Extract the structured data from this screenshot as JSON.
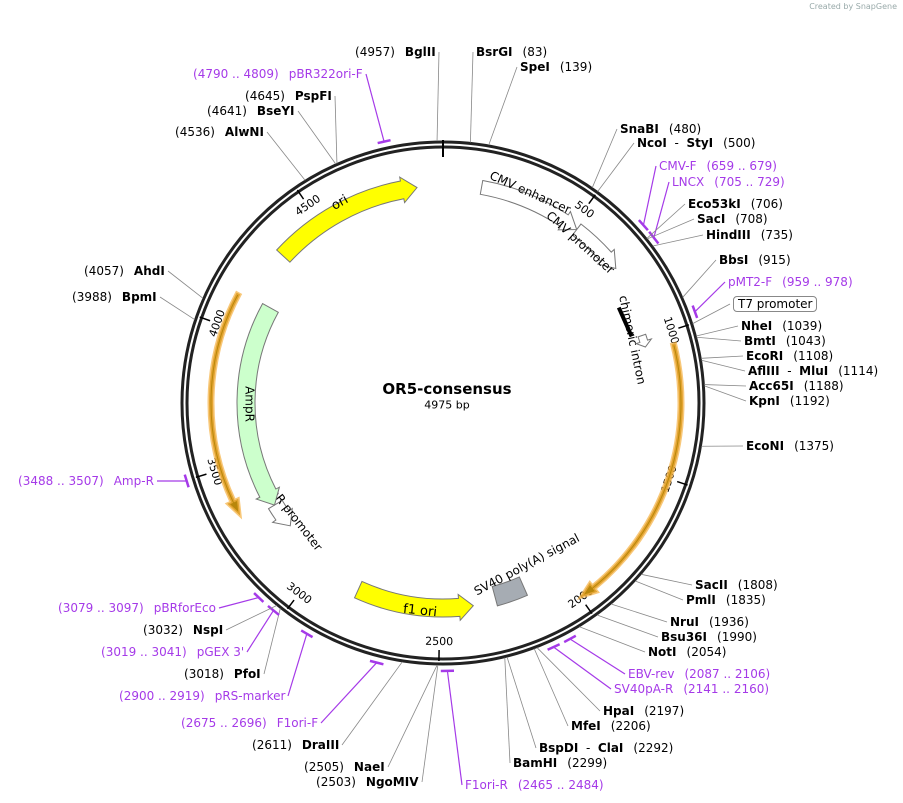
{
  "credit": "Created by SnapGene",
  "plasmid": {
    "name": "OR5-consensus",
    "length_label": "4975 bp",
    "length": 4975
  },
  "ticks": [
    "500",
    "1000",
    "1500",
    "2000",
    "2500",
    "3000",
    "3500",
    "4000",
    "4500"
  ],
  "colors": {
    "primer": "#a53ae8",
    "ori": "#ffff00",
    "ampr": "#ccffcc",
    "orf": "#f5b041",
    "polyA": "#a6acb3"
  },
  "features": [
    {
      "name": "CMV enhancer",
      "start": 140,
      "end": 520,
      "direction": "forward",
      "color": "#ffffff"
    },
    {
      "name": "CMV promoter",
      "start": 520,
      "end": 720,
      "direction": "forward",
      "color": "#ffffff"
    },
    {
      "name": "chimeric intron",
      "start": 850,
      "end": 975,
      "direction": "none",
      "color": "#000000"
    },
    {
      "name": "T7 promoter",
      "start": 985,
      "end": 1030,
      "direction": "forward",
      "color": "#ffffff"
    },
    {
      "name": "SV40 poly(A) signal",
      "start": 2160,
      "end": 2280,
      "direction": "none",
      "color": "#a6acb3"
    },
    {
      "name": "f1 ori",
      "start": 2370,
      "end": 2825,
      "direction": "reverse",
      "color": "#ffff00"
    },
    {
      "name": "AmpR promoter",
      "start": 3195,
      "end": 3300,
      "direction": "reverse",
      "color": "#ffffff"
    },
    {
      "name": "AmpR",
      "start": 3300,
      "end": 4130,
      "direction": "reverse",
      "color": "#ccffcc"
    },
    {
      "name": "ori",
      "start": 4320,
      "end": 4880,
      "direction": "forward",
      "color": "#ffff00"
    }
  ],
  "orfs": [
    {
      "start": 1045,
      "end": 2000,
      "direction": "forward"
    },
    {
      "start": 3330,
      "end": 4120,
      "direction": "reverse"
    }
  ],
  "sites": [
    {
      "kind": "enzyme",
      "names": [
        "BglII"
      ],
      "pos": "4957"
    },
    {
      "kind": "enzyme",
      "names": [
        "BsrGI"
      ],
      "pos": "83"
    },
    {
      "kind": "enzyme",
      "names": [
        "SpeI"
      ],
      "pos": "139"
    },
    {
      "kind": "primer",
      "names": [
        "pBR322ori-F"
      ],
      "pos": "4790 .. 4809"
    },
    {
      "kind": "enzyme",
      "names": [
        "PspFI"
      ],
      "pos": "4645"
    },
    {
      "kind": "enzyme",
      "names": [
        "BseYI"
      ],
      "pos": "4641"
    },
    {
      "kind": "enzyme",
      "names": [
        "AlwNI"
      ],
      "pos": "4536"
    },
    {
      "kind": "enzyme",
      "names": [
        "SnaBI"
      ],
      "pos": "480"
    },
    {
      "kind": "enzyme",
      "names": [
        "NcoI",
        "StyI"
      ],
      "pos": "500"
    },
    {
      "kind": "primer",
      "names": [
        "CMV-F"
      ],
      "pos": "659 .. 679"
    },
    {
      "kind": "primer",
      "names": [
        "LNCX"
      ],
      "pos": "705 .. 729"
    },
    {
      "kind": "enzyme",
      "names": [
        "Eco53kI"
      ],
      "pos": "706"
    },
    {
      "kind": "enzyme",
      "names": [
        "SacI"
      ],
      "pos": "708"
    },
    {
      "kind": "enzyme",
      "names": [
        "HindIII"
      ],
      "pos": "735"
    },
    {
      "kind": "enzyme",
      "names": [
        "BbsI"
      ],
      "pos": "915"
    },
    {
      "kind": "primer",
      "names": [
        "pMT2-F"
      ],
      "pos": "959 .. 978"
    },
    {
      "kind": "feature",
      "names": [
        "T7 promoter"
      ],
      "pos": ""
    },
    {
      "kind": "enzyme",
      "names": [
        "NheI"
      ],
      "pos": "1039"
    },
    {
      "kind": "enzyme",
      "names": [
        "BmtI"
      ],
      "pos": "1043"
    },
    {
      "kind": "enzyme",
      "names": [
        "EcoRI"
      ],
      "pos": "1108"
    },
    {
      "kind": "enzyme",
      "names": [
        "AflIII",
        "MluI"
      ],
      "pos": "1114"
    },
    {
      "kind": "enzyme",
      "names": [
        "Acc65I"
      ],
      "pos": "1188"
    },
    {
      "kind": "enzyme",
      "names": [
        "KpnI"
      ],
      "pos": "1192"
    },
    {
      "kind": "enzyme",
      "names": [
        "EcoNI"
      ],
      "pos": "1375"
    },
    {
      "kind": "enzyme",
      "names": [
        "SacII"
      ],
      "pos": "1808"
    },
    {
      "kind": "enzyme",
      "names": [
        "PmlI"
      ],
      "pos": "1835"
    },
    {
      "kind": "enzyme",
      "names": [
        "NruI"
      ],
      "pos": "1936"
    },
    {
      "kind": "enzyme",
      "names": [
        "Bsu36I"
      ],
      "pos": "1990"
    },
    {
      "kind": "enzyme",
      "names": [
        "NotI"
      ],
      "pos": "2054"
    },
    {
      "kind": "primer",
      "names": [
        "EBV-rev"
      ],
      "pos": "2087 .. 2106"
    },
    {
      "kind": "primer",
      "names": [
        "SV40pA-R"
      ],
      "pos": "2141 .. 2160"
    },
    {
      "kind": "enzyme",
      "names": [
        "HpaI"
      ],
      "pos": "2197"
    },
    {
      "kind": "enzyme",
      "names": [
        "MfeI"
      ],
      "pos": "2206"
    },
    {
      "kind": "enzyme",
      "names": [
        "BspDI",
        "ClaI"
      ],
      "pos": "2292"
    },
    {
      "kind": "enzyme",
      "names": [
        "BamHI"
      ],
      "pos": "2299"
    },
    {
      "kind": "primer",
      "names": [
        "F1ori-R"
      ],
      "pos": "2465 .. 2484"
    },
    {
      "kind": "enzyme",
      "names": [
        "NgoMIV"
      ],
      "pos": "2503"
    },
    {
      "kind": "enzyme",
      "names": [
        "NaeI"
      ],
      "pos": "2505"
    },
    {
      "kind": "enzyme",
      "names": [
        "DraIII"
      ],
      "pos": "2611"
    },
    {
      "kind": "primer",
      "names": [
        "F1ori-F"
      ],
      "pos": "2675 .. 2696"
    },
    {
      "kind": "primer",
      "names": [
        "pRS-marker"
      ],
      "pos": "2900 .. 2919"
    },
    {
      "kind": "enzyme",
      "names": [
        "PfoI"
      ],
      "pos": "3018"
    },
    {
      "kind": "primer",
      "names": [
        "pGEX 3'"
      ],
      "pos": "3019 .. 3041"
    },
    {
      "kind": "enzyme",
      "names": [
        "NspI"
      ],
      "pos": "3032"
    },
    {
      "kind": "primer",
      "names": [
        "pBRforEco"
      ],
      "pos": "3079 .. 3097"
    },
    {
      "kind": "primer",
      "names": [
        "Amp-R"
      ],
      "pos": "3488 .. 3507"
    },
    {
      "kind": "enzyme",
      "names": [
        "BpmI"
      ],
      "pos": "3988"
    },
    {
      "kind": "enzyme",
      "names": [
        "AhdI"
      ],
      "pos": "4057"
    }
  ]
}
